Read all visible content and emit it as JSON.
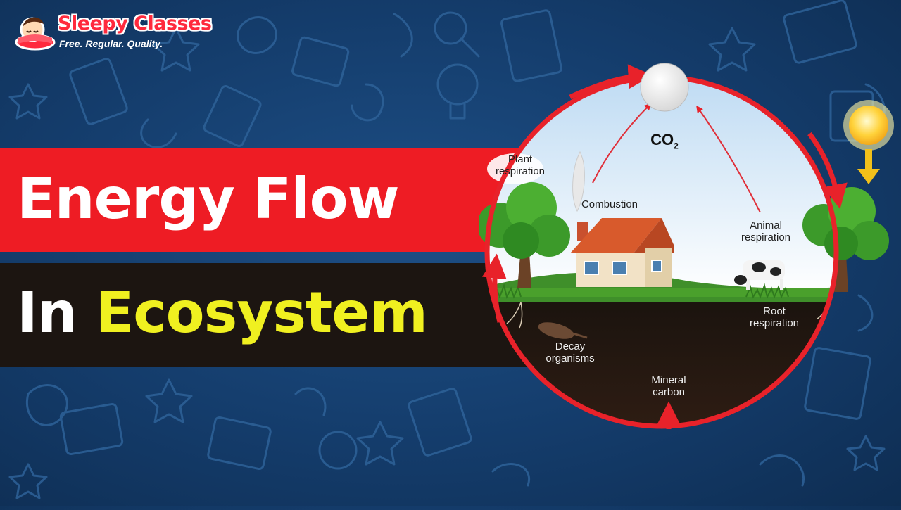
{
  "brand": {
    "name": "Sleepy Classes",
    "tagline": "Free. Regular. Quality."
  },
  "title": {
    "line1": "Energy Flow",
    "line2_part1": "In",
    "line2_part2": "Ecosystem"
  },
  "diagram": {
    "co2_label": "CO",
    "co2_subscript": "2",
    "labels": {
      "plant_respiration": [
        "Plant",
        "respiration"
      ],
      "combustion": "Combustion",
      "animal_respiration": [
        "Animal",
        "respiration"
      ],
      "root_respiration": [
        "Root",
        "respiration"
      ],
      "decay_organisms": [
        "Decay",
        "organisms"
      ],
      "mineral_carbon": [
        "Mineral",
        "carbon"
      ]
    }
  },
  "colors": {
    "background": "#143c6b",
    "band_red": "#ee1c24",
    "band_dark": "#1c1511",
    "title_white": "#ffffff",
    "title_yellow": "#f0f020",
    "cycle_red": "#e8222a",
    "brand_red": "#ff2a3d"
  }
}
